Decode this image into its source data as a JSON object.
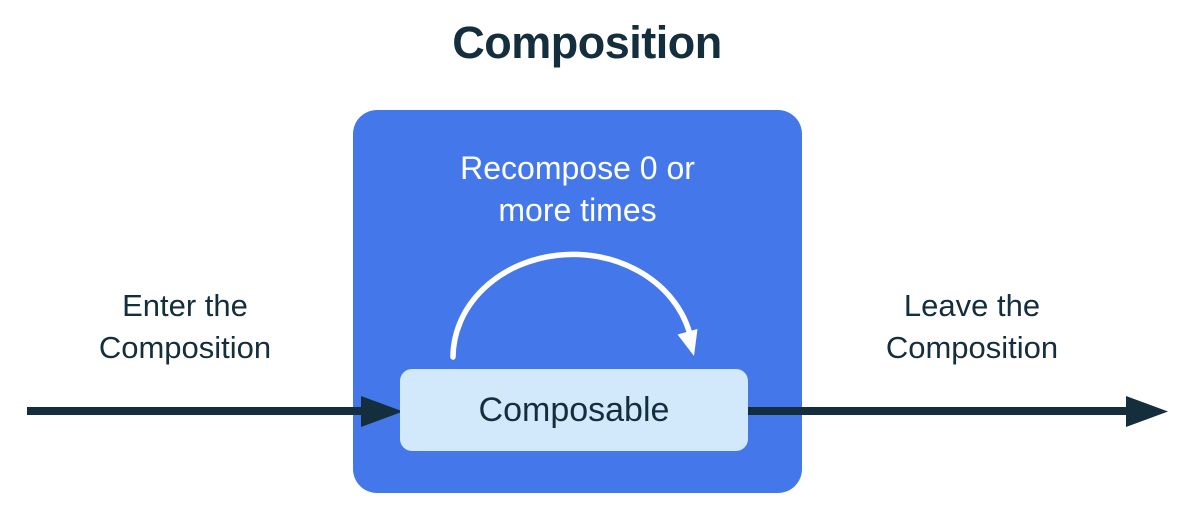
{
  "diagram": {
    "title": "Composition",
    "enter_label": "Enter the\nComposition",
    "leave_label": "Leave the\nComposition",
    "composition_box": {
      "recompose_label": "Recompose 0 or\nmore times",
      "composable_label": "Composable"
    },
    "colors": {
      "blue": "#4478ea",
      "light_blue": "#d1e9fb",
      "ink": "#142e3d",
      "white": "#ffffff",
      "background": "#ffffff"
    }
  }
}
